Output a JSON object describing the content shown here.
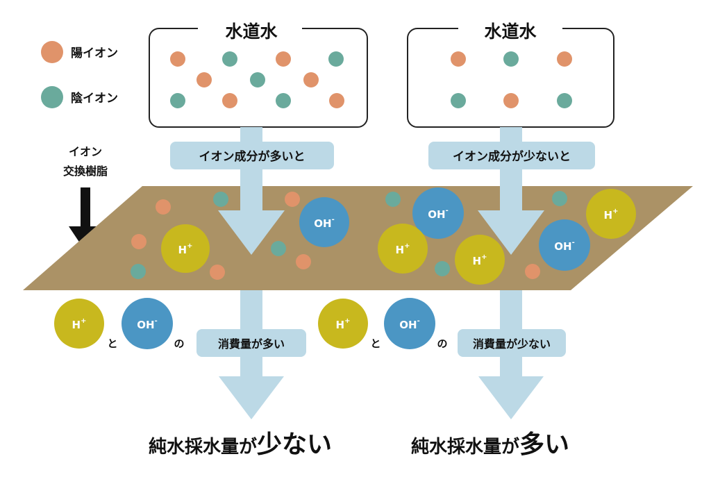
{
  "legend": {
    "cation_label": "陽イオン",
    "anion_label": "陰イオン"
  },
  "resin_label": {
    "line1": "イオン",
    "line2": "交換樹脂"
  },
  "panels": [
    {
      "tank_title": "水道水",
      "flow_label": "イオン成分が多いと",
      "consumption_label": "消費量が多い",
      "result_prefix": "純水採水量が",
      "result_emphasis": "少ない"
    },
    {
      "tank_title": "水道水",
      "flow_label": "イオン成分が少ないと",
      "consumption_label": "消費量が少ない",
      "result_prefix": "純水採水量が",
      "result_emphasis": "多い"
    }
  ],
  "ions": {
    "h_plus": {
      "base": "H",
      "sup": "+"
    },
    "oh_minus": {
      "base": "OH",
      "sup": "-"
    },
    "and_word": "と",
    "of_word": "の"
  },
  "colors": {
    "cation": "#e0936a",
    "anion": "#6aaa9c",
    "h_ion": "#c8b81e",
    "oh_ion": "#4b96c4",
    "resin": "#ab9266",
    "arrow": "#bcd9e6",
    "label_box": "#bcd9e6"
  }
}
